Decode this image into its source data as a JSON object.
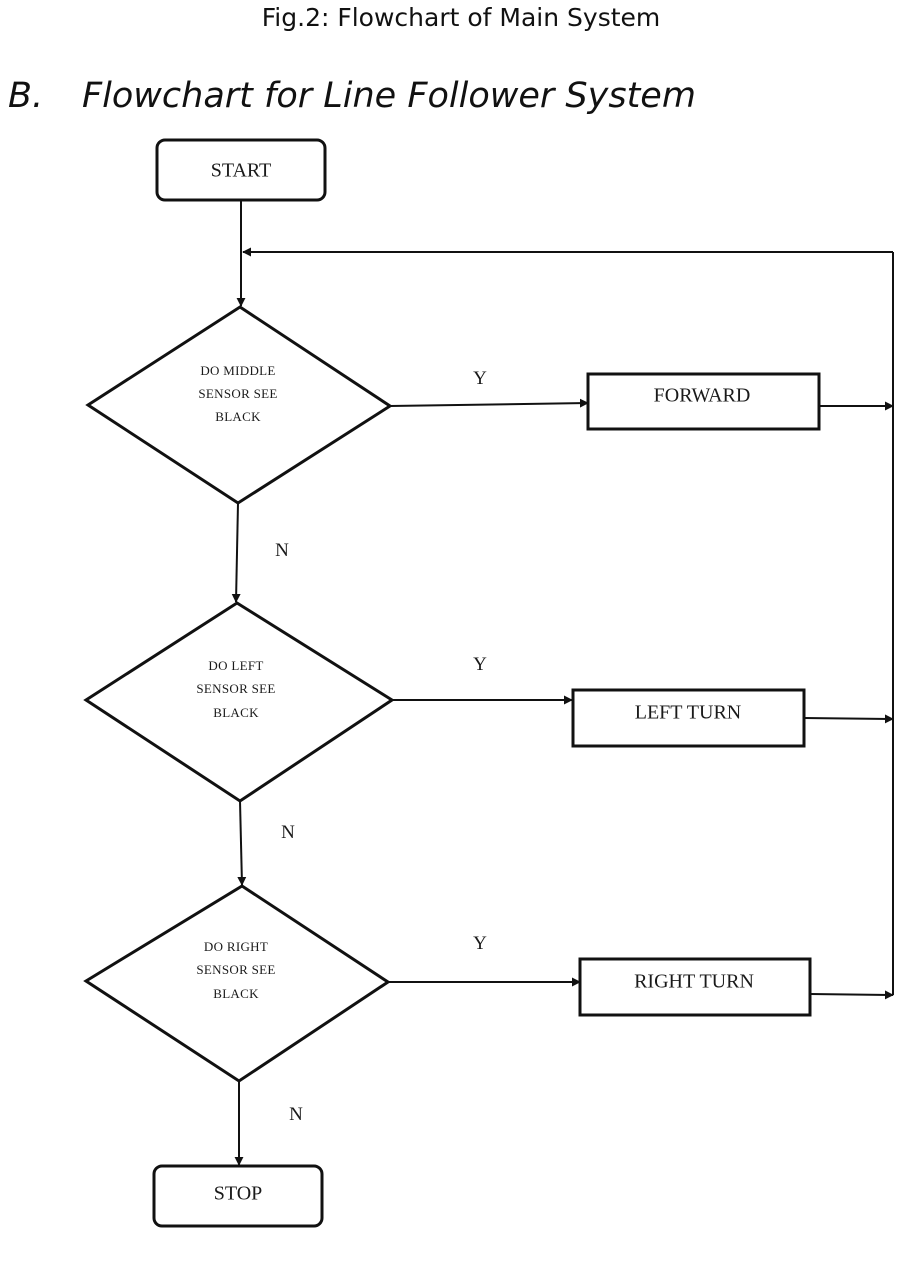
{
  "caption": "Fig.2: Flowchart of Main System",
  "section": {
    "number": "B.",
    "title": "Flowchart for Line Follower System"
  },
  "nodes": {
    "start": "START",
    "stop": "STOP",
    "forward": "FORWARD",
    "left_turn": "LEFT TURN",
    "right_turn": "RIGHT TURN",
    "decision_middle": [
      "DO MIDDLE",
      "SENSOR SEE",
      "BLACK"
    ],
    "decision_left": [
      "DO LEFT",
      "SENSOR SEE",
      "BLACK"
    ],
    "decision_right": [
      "DO RIGHT",
      "SENSOR SEE",
      "BLACK"
    ]
  },
  "edge_labels": {
    "yes": "Y",
    "no": "N"
  },
  "colors": {
    "stroke": "#111111",
    "text": "#1a1a1a",
    "background": "#ffffff"
  }
}
